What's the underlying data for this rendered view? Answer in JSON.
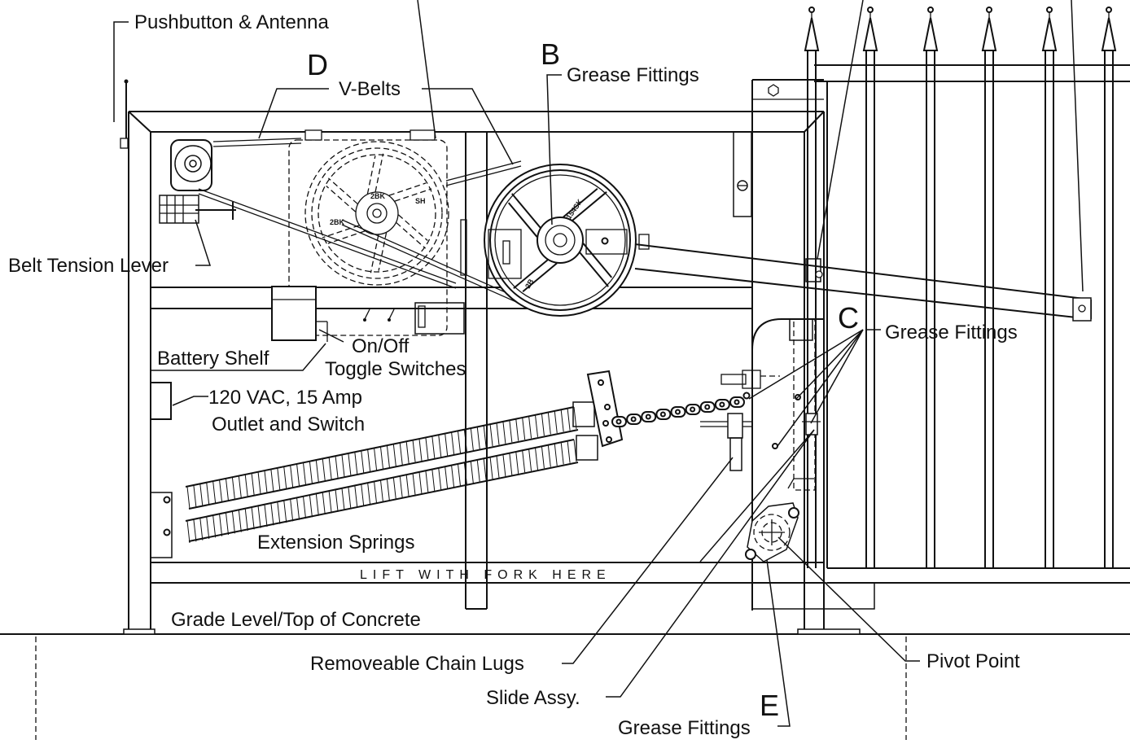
{
  "labels": {
    "pushbutton_antenna": "Pushbutton & Antenna",
    "v_belts": "V-Belts",
    "grease_fittings_b": "Grease Fittings",
    "belt_tension_lever": "Belt Tension Lever",
    "battery_shelf": "Battery Shelf",
    "toggle_line1": "On/Off",
    "toggle_line2": "Toggle Switches",
    "grease_fittings_c": "Grease Fittings",
    "outlet_line1": "120 VAC, 15 Amp",
    "outlet_line2": "Outlet and Switch",
    "extension_springs": "Extension Springs",
    "lift_with_fork": "LIFT WITH FORK HERE",
    "grade_level": "Grade Level/Top of Concrete",
    "chain_lugs": "Removeable Chain Lugs",
    "pivot_point": "Pivot Point",
    "slide_assy": "Slide Assy.",
    "grease_fittings_e": "Grease Fittings"
  },
  "callouts": {
    "b": "B",
    "c": "C",
    "d": "D",
    "e": "E"
  },
  "pulley_stamps": {
    "large": "154SK",
    "large_hub": "2B",
    "small": "SH",
    "small_hub": "2BK",
    "small_hub2": "2BK"
  }
}
